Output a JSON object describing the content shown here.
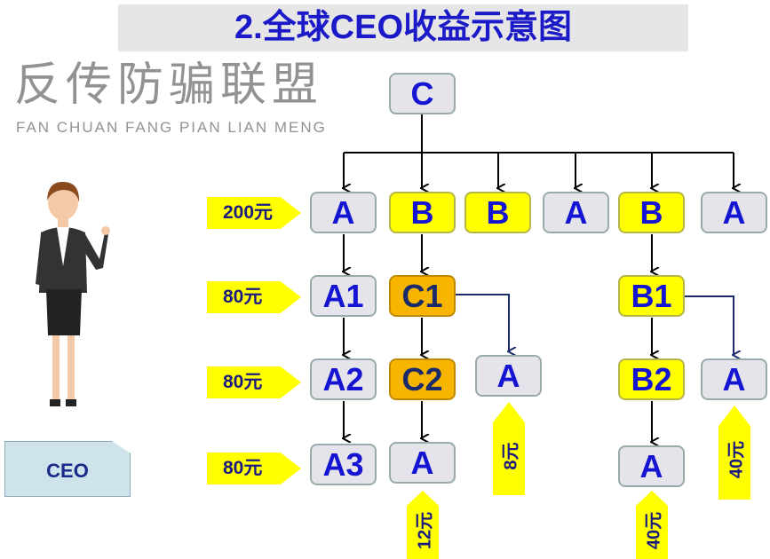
{
  "title": "2.全球CEO收益示意图",
  "root": "C",
  "row1": [
    "A",
    "B",
    "B",
    "A",
    "B",
    "A"
  ],
  "row2": [
    "A1",
    "C1",
    "B1"
  ],
  "row3": [
    "A2",
    "C2",
    "A",
    "B2",
    "A"
  ],
  "row4": [
    "A3",
    "A",
    "A"
  ],
  "left_labels": [
    "200元",
    "80元",
    "80元",
    "80元"
  ],
  "up_labels": [
    "12元",
    "8元",
    "40元",
    "40元"
  ],
  "watermark": {
    "cn": "反传防骗联盟",
    "en": "FAN CHUAN FANG PIAN LIAN MENG"
  },
  "ceo_label": "CEO",
  "colors": {
    "title": "#1a1ac8",
    "yellow": "#ffff00",
    "orange": "#f7b500",
    "gray": "#e4e4ea"
  }
}
